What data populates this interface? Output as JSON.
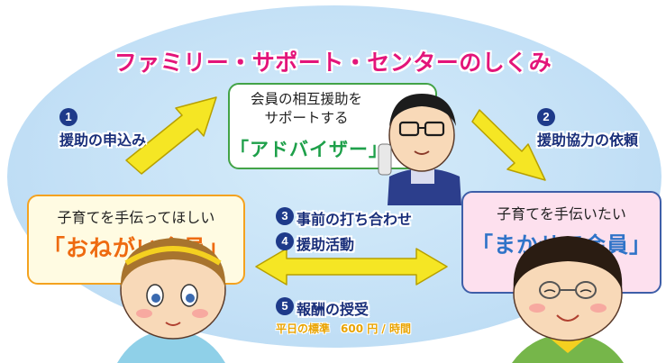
{
  "title": "ファミリー・サポート・センターのしくみ",
  "adviser": {
    "line1": "会員の相互援助を",
    "line2": "サポートする",
    "name": "「アドバイザー」"
  },
  "onegai": {
    "desc": "子育てを手伝ってほしい",
    "name": "「おねがい会員」"
  },
  "makasete": {
    "desc": "子育てを手伝いたい",
    "name": "「まかせて会員」"
  },
  "steps": [
    {
      "num": "1",
      "label": "援助の申込み"
    },
    {
      "num": "2",
      "label": "援助協力の依頼"
    },
    {
      "num": "3",
      "label": "事前の打ち合わせ"
    },
    {
      "num": "4",
      "label": "援助活動"
    },
    {
      "num": "5",
      "label": "報酬の授受"
    }
  ],
  "price": "平日の標準　600 円 / 時間",
  "colors": {
    "title": "#e3157a",
    "arrow": "#f5e624",
    "adviser_accent": "#1ea04a",
    "onegai_accent": "#ee6a10",
    "makasete_accent": "#2f73c8",
    "step_badge": "#1e3a8a"
  }
}
